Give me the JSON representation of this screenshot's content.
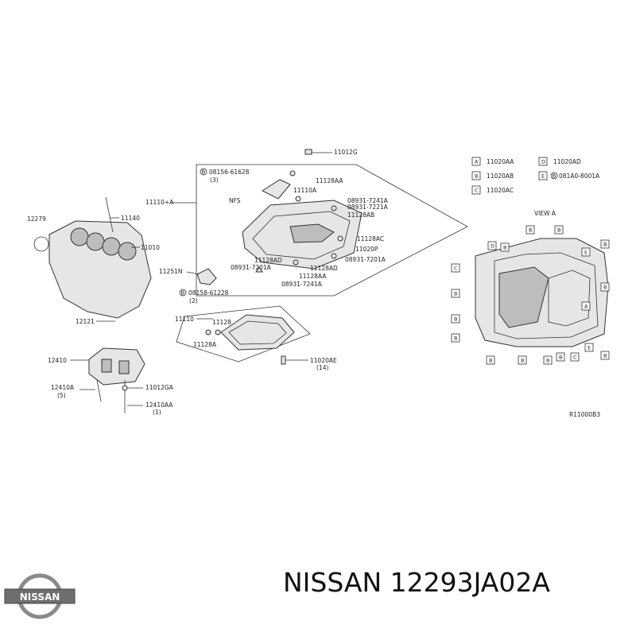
{
  "footer": {
    "brand": "NISSAN",
    "part_number": "NISSAN 12293JA02A"
  },
  "diagram": {
    "ref_code": "R11000B3",
    "view_title": "VIEW A",
    "labels": {
      "l_11012G": "11012G",
      "l_08156": "08156-61628",
      "l_08156_qty": "(3)",
      "l_11128AA": "11128AA",
      "l_11110A": "11110A",
      "l_11110plusA": "11110+A",
      "l_NFS": "NFS",
      "l_08931_7241A_a": "08931-7241A",
      "l_08931_7221A": "08931-7221A",
      "l_11128AB": "11128AB",
      "l_11128AC": "11128AC",
      "l_11020P": "11020P",
      "l_11128AD": "11128AD",
      "l_11128AD_b": "11128AD",
      "l_08931_7201A_a": "08931-7201A",
      "l_08931_7201A_b": "08931-7201A",
      "l_11128AA_b": "11128AA",
      "l_08931_7241A_b": "08931-7241A",
      "l_12279": "12279",
      "l_11140": "11140",
      "l_11010": "11010",
      "l_11251N": "11251N",
      "l_08158": "08158-61228",
      "l_08158_qty": "(2)",
      "l_12121": "12121",
      "l_11110": "11110",
      "l_11128": "11128",
      "l_11128A": "11128A",
      "l_11020AE": "11020AE",
      "l_11020AE_qty": "(14)",
      "l_12410": "12410",
      "l_12410A": "12410A",
      "l_12410A_qty": "(5)",
      "l_11012GA": "11012GA",
      "l_12410AA": "12410AA",
      "l_12410AA_qty": "(1)"
    },
    "legend": [
      {
        "key": "A",
        "part": "11020AA"
      },
      {
        "key": "B",
        "part": "11020AB"
      },
      {
        "key": "C",
        "part": "11020AC"
      },
      {
        "key": "D",
        "part": "11020AD"
      },
      {
        "key": "E",
        "part": "081A0-8001A"
      }
    ],
    "view_keys": [
      "D",
      "B",
      "B",
      "B",
      "C",
      "B",
      "E",
      "B",
      "B",
      "B",
      "A",
      "B",
      "B",
      "B",
      "B",
      "B",
      "C",
      "E",
      "B"
    ]
  }
}
